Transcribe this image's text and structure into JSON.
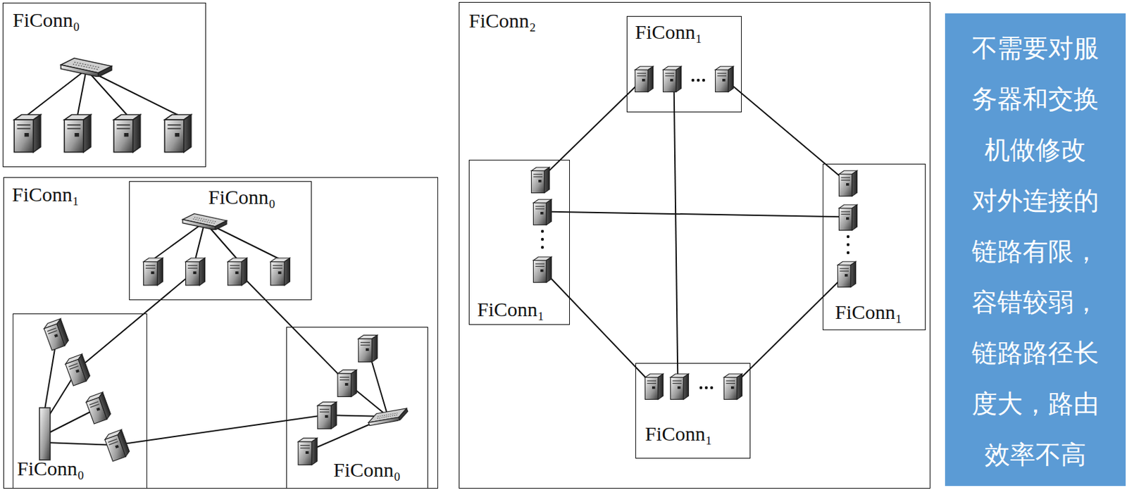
{
  "diagram": {
    "nodes": [
      {
        "text": [
          "FiConn₀"
        ]
      },
      {
        "text": [
          "FiConn₁"
        ]
      },
      {
        "text": [
          "FiConn₀"
        ],
        "in": 1
      },
      {
        "text": [
          "FiConn₀"
        ],
        "in": 1
      },
      {
        "text": [
          "FiConn₀"
        ],
        "in": 1
      },
      {
        "text": [
          "FiConn₂"
        ]
      },
      {
        "text": [
          "FiConn₁"
        ],
        "in": 5
      },
      {
        "text": [
          "FiConn₁"
        ],
        "in": 5
      },
      {
        "text": [
          "FiConn₁"
        ],
        "in": 5
      },
      {
        "text": [
          "FiConn₁"
        ],
        "in": 5
      },
      {
        "text": [
          "不需要对服务器和交换机做修改",
          "对外连接的链路有限，容错较弱，链路路径长度大，路由效率不高"
        ]
      }
    ],
    "edges": [
      {
        "from": 2,
        "to": 3,
        "arrow": "none"
      },
      {
        "from": 2,
        "to": 4,
        "arrow": "none"
      },
      {
        "from": 3,
        "to": 4,
        "arrow": "none"
      },
      {
        "from": 6,
        "to": 7,
        "arrow": "none"
      },
      {
        "from": 6,
        "to": 9,
        "arrow": "none"
      },
      {
        "from": 6,
        "to": 8,
        "arrow": "none"
      },
      {
        "from": 7,
        "to": 8,
        "arrow": "none"
      },
      {
        "from": 7,
        "to": 9,
        "arrow": "none"
      },
      {
        "from": 8,
        "to": 9,
        "arrow": "none"
      }
    ]
  }
}
